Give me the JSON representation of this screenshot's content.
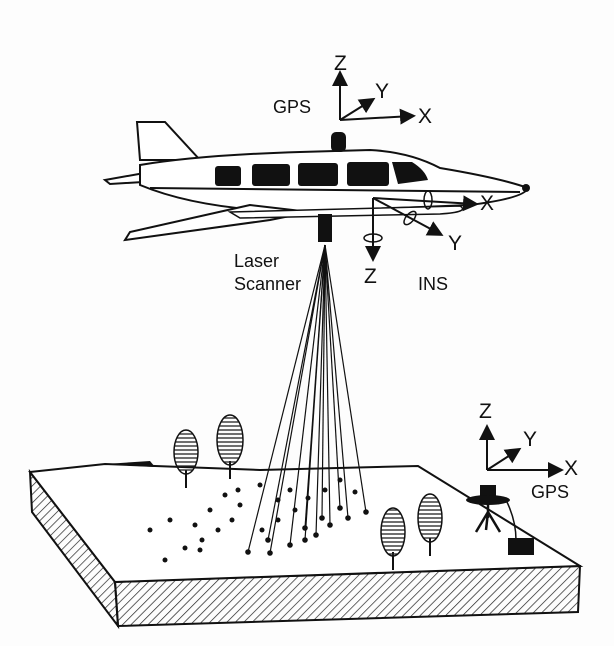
{
  "aircraft_gps": {
    "label": "GPS",
    "axes": {
      "z": "Z",
      "y": "Y",
      "x": "X"
    }
  },
  "ins": {
    "label": "INS",
    "axes": {
      "x": "X",
      "y": "Y",
      "z": "Z"
    }
  },
  "laser_scanner": {
    "line1": "Laser",
    "line2": "Scanner"
  },
  "ground_gps": {
    "label": "GPS",
    "axes": {
      "z": "Z",
      "y": "Y",
      "x": "X"
    }
  },
  "colors": {
    "ink": "#111111",
    "background": "#fdfdfd"
  }
}
